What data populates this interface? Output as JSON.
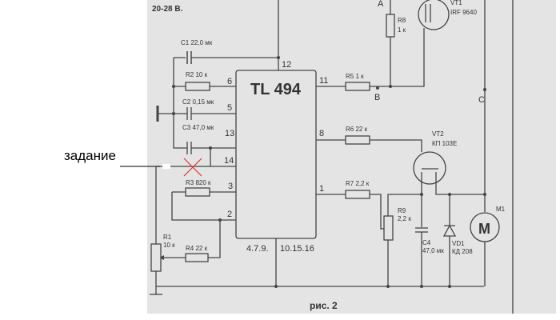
{
  "title": "20-28 В.",
  "ic": {
    "name": "TL 494",
    "pins": {
      "p12": "12",
      "p6": "6",
      "p5": "5",
      "p13": "13",
      "p14": "14",
      "p3": "3",
      "p2": "2",
      "p11": "11",
      "p8": "8",
      "p1": "1",
      "gnd_a": "4.7.9.",
      "gnd_b": "10.15.16"
    }
  },
  "components": {
    "c1": "C1 22,0 мк",
    "r2": "R2 10 к",
    "c2": "C2 0,15 мк",
    "c3": "C3 47,0 мк",
    "r3": "R3 820 к",
    "r1_name": "R1",
    "r1_val": "10 к",
    "r4": "R4 22 к",
    "r5": "R5 1 к",
    "r6": "R6 22 к",
    "r7": "R7 2,2 к",
    "r8_name": "R8",
    "r8_val": "1 к",
    "vt1_name": "VT1",
    "vt1_val": "IRF 9640",
    "vt2_name": "VT2",
    "vt2_val": "КП 103Е",
    "r9_name": "R9",
    "r9_val": "2,2 к",
    "c4_name": "C4",
    "c4_val": "47,0 мк",
    "vd1_name": "VD1",
    "vd1_val": "КД 208",
    "m1_name": "M1",
    "m1_sym": "M"
  },
  "nodes": {
    "a": "A",
    "b": "B",
    "c": "C"
  },
  "caption": "рис. 2",
  "annotation": "задание",
  "colors": {
    "scan_bg": "#e4e4e4",
    "cross": "#e03030"
  }
}
